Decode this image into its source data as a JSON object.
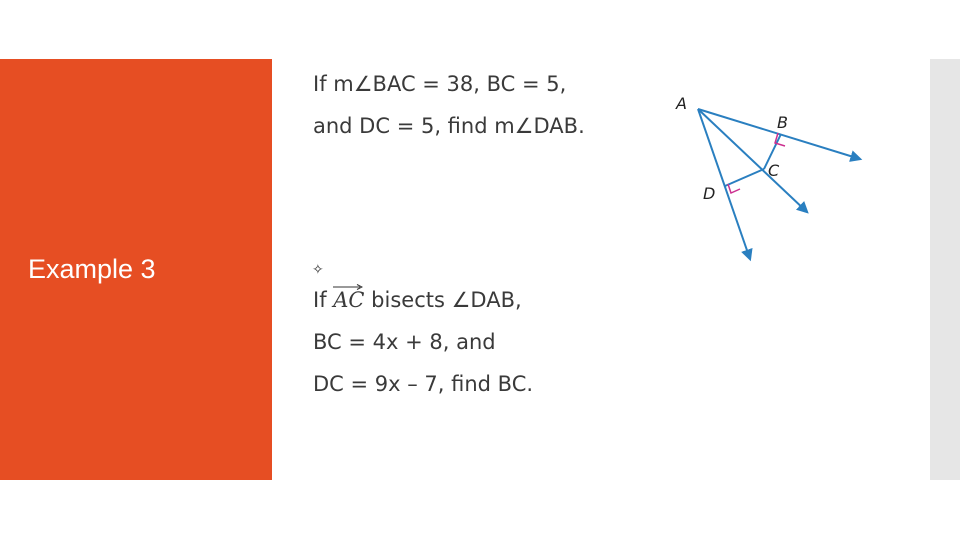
{
  "slide": {
    "title": "Example 3",
    "problem1": {
      "line1": "If m∠BAC = 38, BC = 5,",
      "line2": "and DC = 5, find m∠DAB."
    },
    "bullet_glyph": "✧",
    "problem2": {
      "line1_prefix": "If ",
      "vector": "AC",
      "line1_suffix": " bisects ∠DAB,",
      "line2": "BC = 4x + 8, and",
      "line3": "DC = 9x – 7, find BC."
    }
  },
  "diagram": {
    "labels": {
      "A": "A",
      "B": "B",
      "C": "C",
      "D": "D"
    },
    "ray_color": "#2a7fc0",
    "right_angle_color": "#cc2f8f"
  },
  "colors": {
    "accent": "#e64e23",
    "strip": "#e6e6e6",
    "text": "#3a3a3a"
  }
}
